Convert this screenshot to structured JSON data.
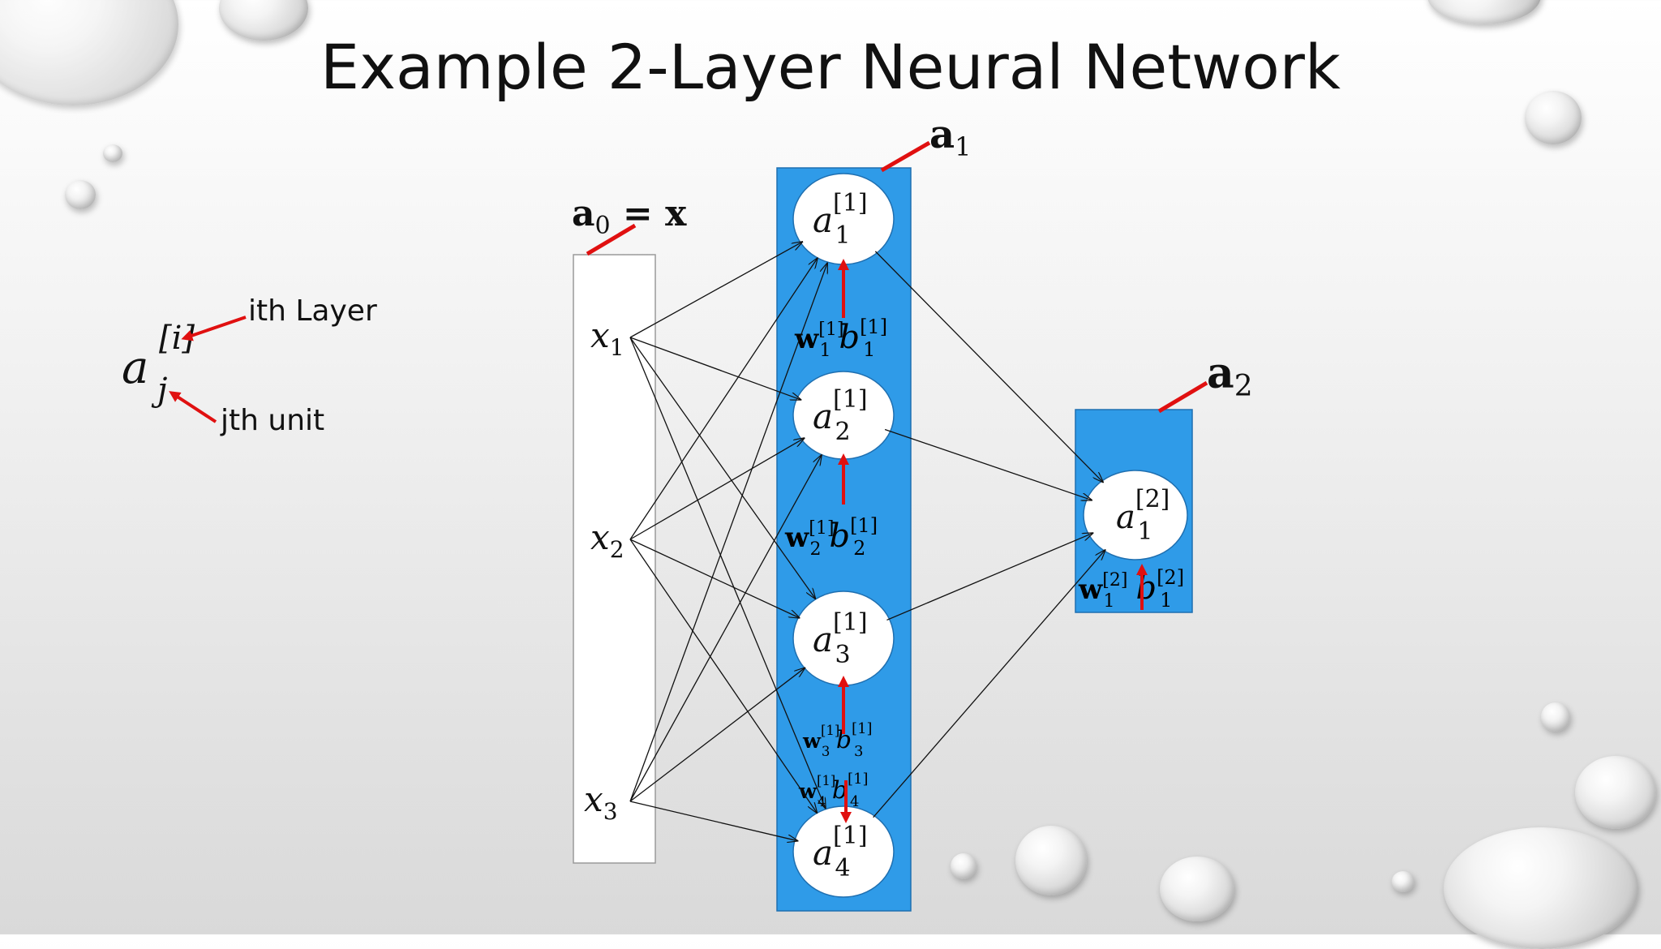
{
  "slide": {
    "title": "Example 2-Layer Neural Network"
  },
  "legend": {
    "symbol": "a",
    "superscript": "[i]",
    "subscript": "j",
    "layer_label": "ith Layer",
    "unit_label": "jth unit"
  },
  "input_layer": {
    "label_main": "a",
    "label_sub": "0",
    "label_rest": " = x",
    "nodes": [
      {
        "sym": "x",
        "sub": "1"
      },
      {
        "sym": "x",
        "sub": "2"
      },
      {
        "sym": "x",
        "sub": "3"
      }
    ]
  },
  "hidden_layer": {
    "label_main": "a",
    "label_sub": "1",
    "nodes": [
      {
        "sym": "a",
        "sup": "[1]",
        "sub": "1",
        "w_sub": "1",
        "b_sub": "1"
      },
      {
        "sym": "a",
        "sup": "[1]",
        "sub": "2",
        "w_sub": "2",
        "b_sub": "2"
      },
      {
        "sym": "a",
        "sup": "[1]",
        "sub": "3",
        "w_sub": "3",
        "b_sub": "3"
      },
      {
        "sym": "a",
        "sup": "[1]",
        "sub": "4",
        "w_sub": "4",
        "b_sub": "4"
      }
    ]
  },
  "output_layer": {
    "label_main": "a",
    "label_sub": "2",
    "nodes": [
      {
        "sym": "a",
        "sup": "[2]",
        "sub": "1",
        "w_sub": "1",
        "b_sub": "1"
      }
    ]
  },
  "weights": {
    "w": "w",
    "b": "b",
    "sup1": "[1]",
    "sup2": "[2]"
  },
  "colors": {
    "layer_fill": "#2f9be8",
    "arrow_red": "#e01010",
    "node_fill": "#ffffff"
  }
}
